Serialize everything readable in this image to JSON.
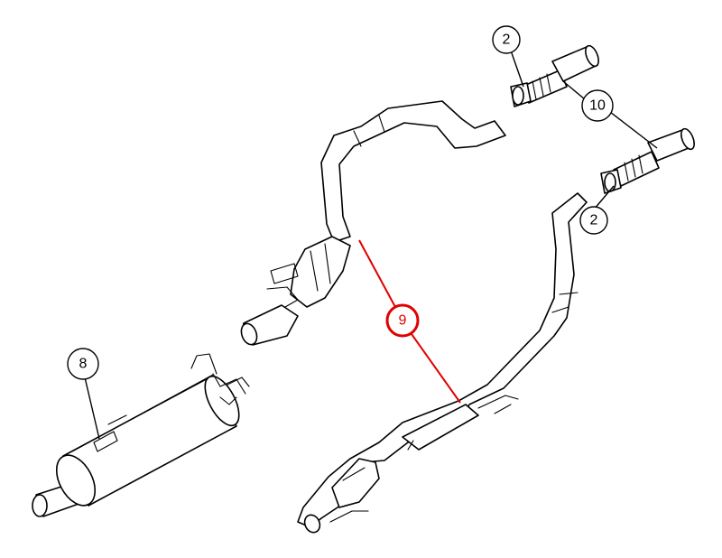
{
  "callouts": [
    {
      "id": "c2a",
      "label": "2"
    },
    {
      "id": "c10",
      "label": "10"
    },
    {
      "id": "c2b",
      "label": "2"
    },
    {
      "id": "c9",
      "label": "9"
    },
    {
      "id": "c8",
      "label": "8"
    }
  ],
  "colors": {
    "highlight": "#e00000",
    "line": "#000000",
    "background": "#ffffff"
  },
  "highlighted_callout": "9"
}
